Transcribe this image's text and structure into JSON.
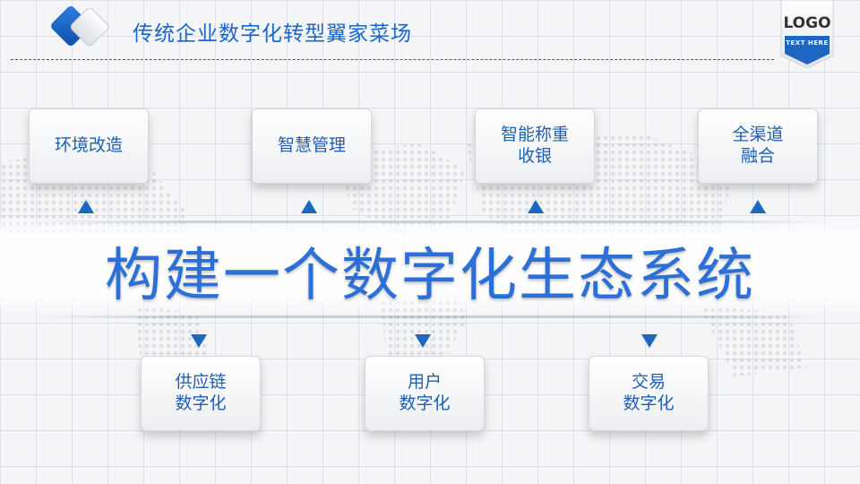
{
  "header": {
    "title": "传统企业数字化转型翼家菜场",
    "logo_text": "LOGO",
    "logo_sub": "TEXT HERE"
  },
  "headline": "构建一个数字化生态系统",
  "top_boxes": [
    {
      "label": "环境改造"
    },
    {
      "label": "智慧管理"
    },
    {
      "label": "智能称重\n收银"
    },
    {
      "label": "全渠道\n融合"
    }
  ],
  "bottom_boxes": [
    {
      "label": "供应链\n数字化"
    },
    {
      "label": "用户\n数字化"
    },
    {
      "label": "交易\n数字化"
    }
  ],
  "colors": {
    "accent": "#1d66c2",
    "title": "#1a67c9",
    "headline": "#2c6fd6",
    "background": "#f3f4f6"
  },
  "icons": {
    "corner_mark": "diamond-logo-icon",
    "arrow_up": "arrow-up-icon",
    "arrow_down": "arrow-down-icon"
  }
}
